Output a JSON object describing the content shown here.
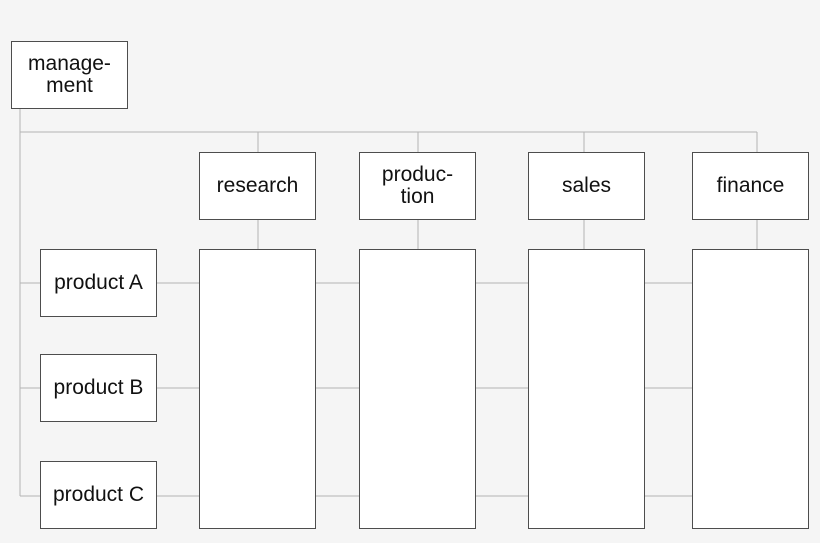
{
  "diagram": {
    "root": {
      "label": "manage-\nment"
    },
    "departments": [
      {
        "label": "research"
      },
      {
        "label": "produc-\ntion"
      },
      {
        "label": "sales"
      },
      {
        "label": "finance"
      }
    ],
    "products": [
      {
        "label": "product A"
      },
      {
        "label": "product B"
      },
      {
        "label": "product C"
      }
    ]
  },
  "colors": {
    "background": "#f5f5f5",
    "box_fill": "#ffffff",
    "box_border": "#4d4d4d",
    "connector": "#b3b3b3",
    "text": "#111111"
  }
}
